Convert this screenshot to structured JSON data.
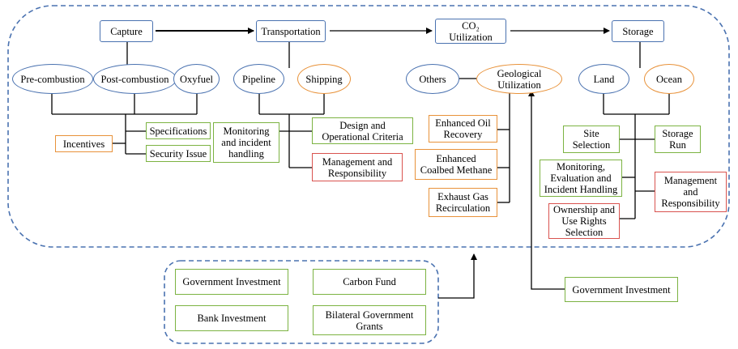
{
  "colors": {
    "blue": "#4a72b0",
    "green": "#7cb342",
    "orange": "#e8923a",
    "red": "#d9534f",
    "dashed_border": "#4a72b0"
  },
  "stages": {
    "capture": "Capture",
    "transportation": "Transportation",
    "utilization": "CO₂\nUtilization",
    "storage": "Storage"
  },
  "capture": {
    "pre": "Pre-combustion",
    "post": "Post-combustion",
    "oxyfuel": "Oxyfuel",
    "incentives": "Incentives",
    "specifications": "Specifications",
    "security": "Security Issue"
  },
  "transport": {
    "pipeline": "Pipeline",
    "shipping": "Shipping",
    "monitoring": "Monitoring\nand incident\nhandling",
    "design": "Design and\nOperational Criteria",
    "management": "Management and\nResponsibility"
  },
  "utilization": {
    "others": "Others",
    "geological": "Geological\nUtilization",
    "eor": "Enhanced Oil\nRecovery",
    "ecbm": "Enhanced\nCoalbed Methane",
    "egr": "Exhaust Gas\nRecirculation"
  },
  "storage": {
    "land": "Land",
    "ocean": "Ocean",
    "site": "Site\nSelection",
    "run": "Storage\nRun",
    "monitoring": "Monitoring,\nEvaluation and\nIncident Handling",
    "ownership": "Ownership and\nUse Rights\nSelection",
    "management": "Management\nand\nResponsibility"
  },
  "funding": {
    "gov_investment": "Government Investment",
    "carbon_fund": "Carbon Fund",
    "bank": "Bank Investment",
    "bilateral": "Bilateral Government\nGrants",
    "gov_investment_right": "Government Investment"
  }
}
